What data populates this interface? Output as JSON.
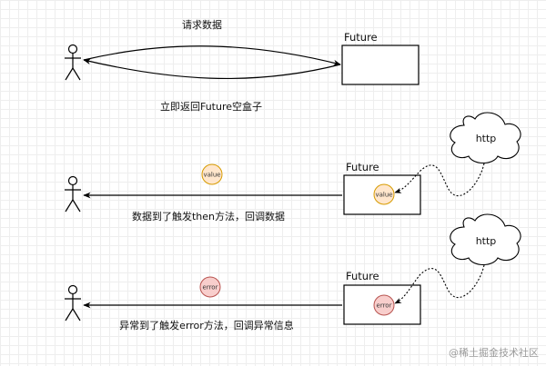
{
  "request_label": "请求数据",
  "return_label": "立即返回Future空盒子",
  "then_label": "数据到了触发then方法，回调数据",
  "error_label": "异常到了触发error方法，回调异常信息",
  "future_label": "Future",
  "value_label": "value",
  "error_bubble_label": "error",
  "http_label": "http",
  "watermark": "@稀土掘金技术社区",
  "colors": {
    "value_fill": "#ffe6cc",
    "value_stroke": "#d79b00",
    "error_fill": "#f8cecc",
    "error_stroke": "#b85450",
    "line": "#000000"
  }
}
